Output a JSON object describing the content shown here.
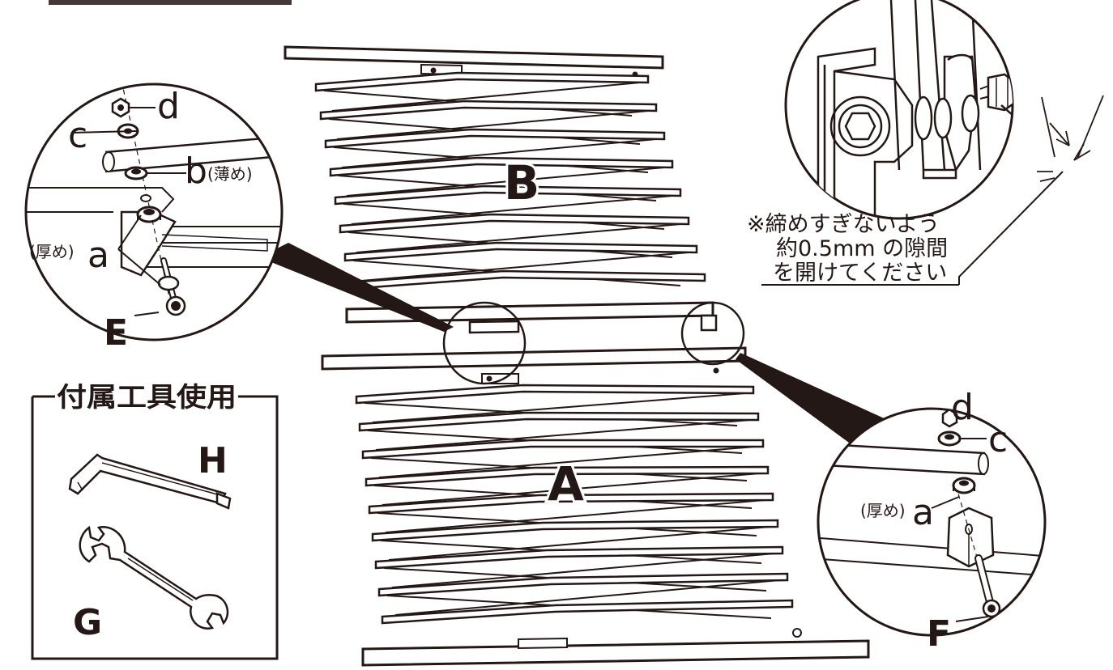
{
  "labels": {
    "panel_upper": "B",
    "panel_lower": "A",
    "bolt_left": "E",
    "bolt_right": "F",
    "nut": "d",
    "washer": "c",
    "spacer_thin": "b",
    "spacer_thin_note": "(薄め)",
    "spacer_thick": "a",
    "spacer_thick_note": "(厚め)",
    "hex_key": "H",
    "wrench": "G"
  },
  "tools_box": {
    "title": "付属工具使用"
  },
  "note": {
    "line1": "※締めすぎないよう",
    "line2": "約0.5mm の隙間",
    "line3": "を開けてください"
  },
  "colors": {
    "ink": "#231815",
    "paper": "#ffffff"
  }
}
